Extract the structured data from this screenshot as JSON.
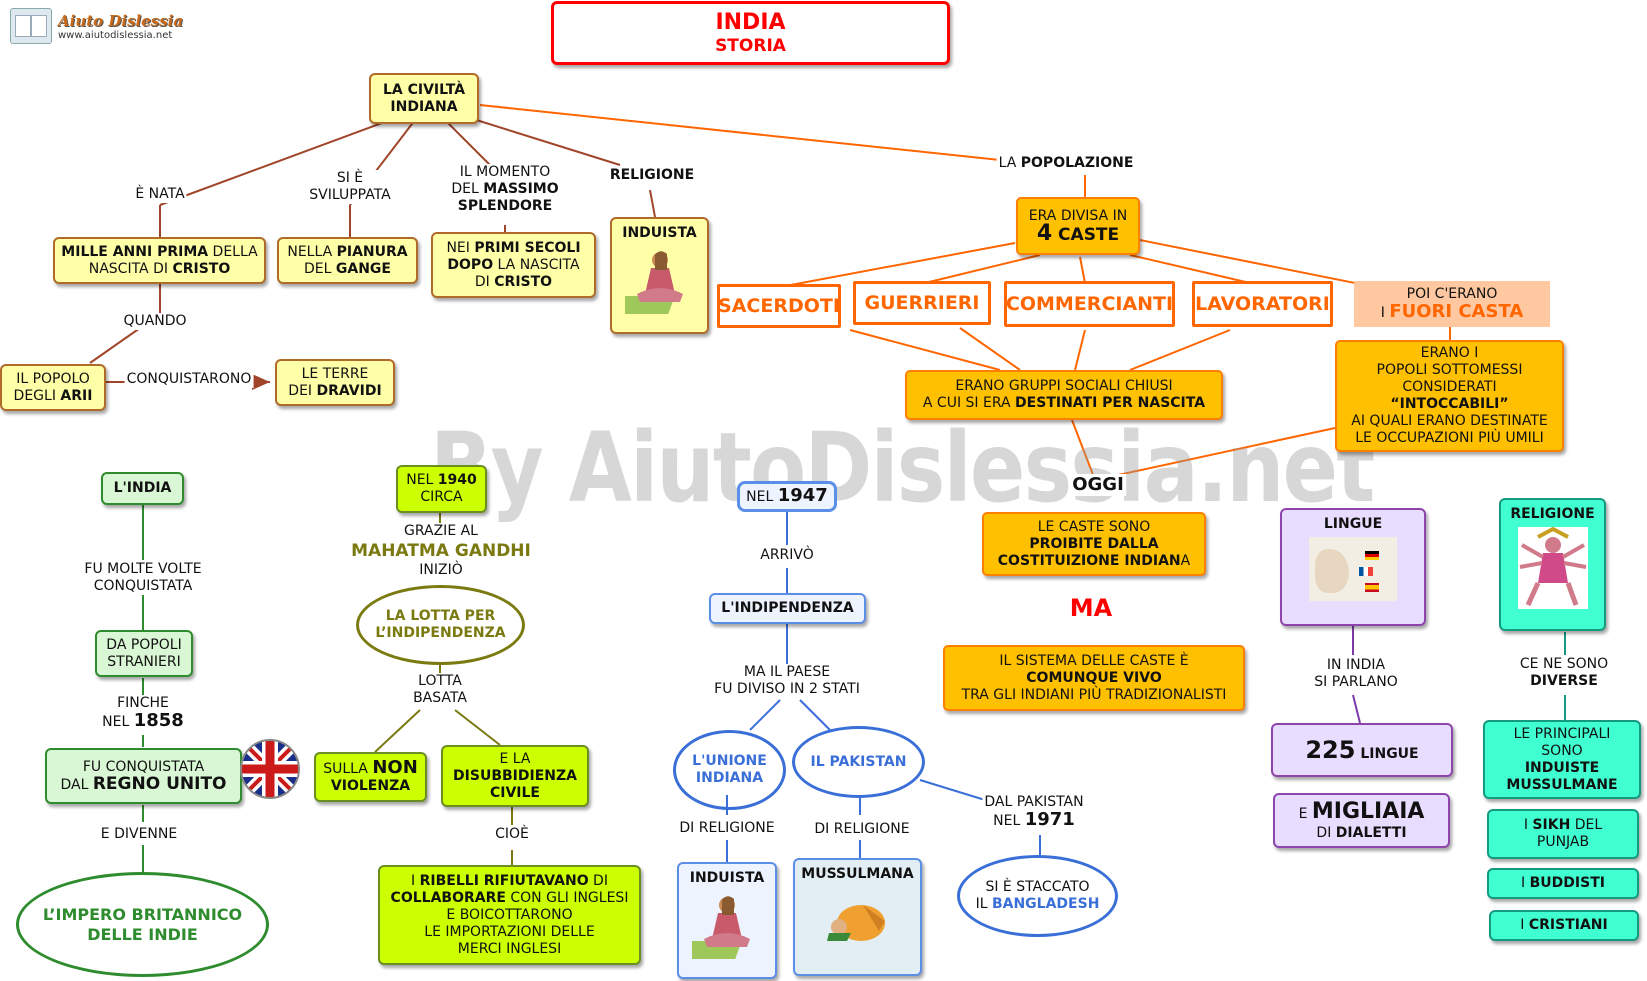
{
  "logo": {
    "name": "Aiuto Dislessia",
    "url": "www.aiutodislessia.net"
  },
  "watermark": "By AiutoDislessia.net",
  "title": {
    "line1": "INDIA",
    "line2": "STORIA"
  },
  "civilta": {
    "root": "LA CIVILTÀ INDIANA",
    "e_nata": "È NATA",
    "mille_a": "MILLE ANNI ",
    "mille_b": "PRIMA",
    "mille_c": " DELLA",
    "mille_d": "NASCITA DI ",
    "mille_e": "CRISTO",
    "si_e": "SI È",
    "sviluppata": "SVILUPPATA",
    "pianura_a": "NELLA ",
    "pianura_b": "PIANURA",
    "pianura_c": "DEL ",
    "pianura_d": "GANGE",
    "momento_a": "IL MOMENTO",
    "momento_b": "DEL ",
    "momento_c": "MASSIMO",
    "momento_d": "SPLENDORE",
    "secoli_a": "NEI ",
    "secoli_b": "PRIMI SECOLI",
    "secoli_c": "DOPO",
    "secoli_d": " LA NASCITA",
    "secoli_e": "DI ",
    "secoli_f": "CRISTO",
    "religione": "RELIGIONE",
    "induista": "INDUISTA",
    "quando": "QUANDO",
    "popolo_a": "IL POPOLO",
    "popolo_b": "DEGLI ",
    "popolo_c": "ARII",
    "conquistarono": "CONQUISTARONO",
    "terre_a": "LE TERRE",
    "terre_b": "DEI ",
    "terre_c": "DRAVIDI"
  },
  "popolazione": {
    "label_a": "LA ",
    "label_b": "POPOLAZIONE",
    "divisa_a": "ERA DIVISA IN",
    "divisa_b": "4",
    " divisa_c": "",
    "divisa_c": " CASTE",
    "caste": [
      "SACERDOTI",
      "GUERRIERI",
      "COMMERCIANTI",
      "LAVORATORI"
    ],
    "fuori_a": "POI C'ERANO",
    "fuori_b": "I ",
    "fuori_c": "FUORI CASTA",
    "gruppi_a": "ERANO GRUPPI SOCIALI CHIUSI",
    "gruppi_b": "A CUI SI ERA ",
    "gruppi_c": "DESTINATI PER NASCITA",
    "intocc_a": "ERANO I",
    "intocc_b": "POPOLI SOTTOMESSI",
    "intocc_c": "CONSIDERATI",
    "intocc_d": "“INTOCCABILI”",
    "intocc_e": "AI QUALI ERANO DESTINATE",
    "intocc_f": "LE OCCUPAZIONI PIÙ UMILI",
    "oggi": "OGGI",
    "proibite_a": "LE CASTE SONO",
    "proibite_b": "PROIBITE DALLA",
    "proibite_c": "COSTITUIZIONE INDIAN",
    "proibite_d": "A",
    "ma": "MA",
    "vivo_a": "IL SISTEMA DELLE CASTE È",
    "vivo_b": "COMUNQUE VIVO",
    "vivo_c": "TRA GLI INDIANI PIÙ TRADIZIONALISTI"
  },
  "conquista": {
    "india": "L'INDIA",
    "volte_a": "FU MOLTE VOLTE",
    "volte_b": "CONQUISTATA",
    "popoli_a": "DA POPOLI",
    "popoli_b": "STRANIERI",
    "finche": "FINCHE",
    "nel": "NEL ",
    "anno": "1858",
    "regno_a": "FU CONQUISTATA",
    "regno_b": "DAL ",
    "regno_c": "REGNO UNITO",
    "divenne": "E DIVENNE",
    "impero_a": "L’IMPERO BRITANNICO",
    "impero_b": "DELLE INDIE"
  },
  "gandhi": {
    "nel": "NEL ",
    "anno": "1940",
    "circa": "CIRCA",
    "grazie": "GRAZIE AL",
    "nome": "MAHATMA GANDHI",
    "inizio": "INIZIÒ",
    "lotta_a": "LA LOTTA  PER",
    "lotta_b": "L’INDIPENDENZA",
    "basata_a": "LOTTA",
    "basata_b": "BASATA",
    "non_a": "SULLA ",
    "non_b": "NON",
    "non_c": "VIOLENZA",
    "dis_a": "E LA",
    "dis_b": "DISUBBIDIENZA",
    "dis_c": "CIVILE",
    "cioe": "CIOÈ",
    "rib_a": "I ",
    "rib_b": "RIBELLI RIFIUTAVANO",
    "rib_c": " DI",
    "rib_d": "COLLABORARE",
    "rib_e": " CON GLI INGLESI",
    "rib_f": "E BOICOTTARONO",
    "rib_g": "LE IMPORTAZIONI DELLE",
    "rib_h": "MERCI INGLESI"
  },
  "indipendenza": {
    "nel": "NEL ",
    "anno": "1947",
    "arrivo": "ARRIVÒ",
    "indip": "L'INDIPENDENZA",
    "paese_a": "MA IL PAESE",
    "paese_b": "FU DIVISO IN 2 STATI",
    "unione_a": "L'UNIONE",
    "unione_b": "INDIANA",
    "pakistan": "IL PAKISTAN",
    "di_rel_1": "DI RELIGIONE",
    "di_rel_2": "DI RELIGIONE",
    "induista": "INDUISTA",
    "mussulmana": "MUSSULMANA",
    "dal_a": "DAL PAKISTAN",
    "dal_b": "NEL ",
    "dal_c": "1971",
    "bang_a": "SI È STACCATO",
    "bang_b": "IL ",
    "bang_c": "BANGLADESH"
  },
  "lingue": {
    "title": "LINGUE",
    "parlano_a": "IN INDIA",
    "parlano_b": "SI PARLANO",
    "num": "225",
    "lingue": " LINGUE",
    "mig_a": "E ",
    "mig_b": "MIGLIAIA",
    "mig_c": "DI ",
    "mig_d": "DIALETTI"
  },
  "religione2": {
    "title": "RELIGIONE",
    "diverse_a": "CE NE SONO",
    "diverse_b": "DIVERSE",
    "princ_a": "LE PRINCIPALI",
    "princ_b": "SONO",
    "princ_c": "INDUISTE",
    "princ_d": "MUSSULMANE",
    "sikh_a": "I ",
    "sikh_b": "SIKH",
    "sikh_c": " DEL",
    "sikh_d": "PUNJAB",
    "bud_a": "I ",
    "bud_b": "BUDDISTI",
    "cri_a": "I ",
    "cri_b": "CRISTIANI"
  },
  "colors": {
    "brown": "#a0452a",
    "orange": "#ff6600",
    "green": "#2e8b2e",
    "olive": "#7a7a10",
    "blue": "#3a6fd8",
    "purple": "#7b3aa8",
    "teal": "#159a80",
    "red": "#ff0000"
  }
}
